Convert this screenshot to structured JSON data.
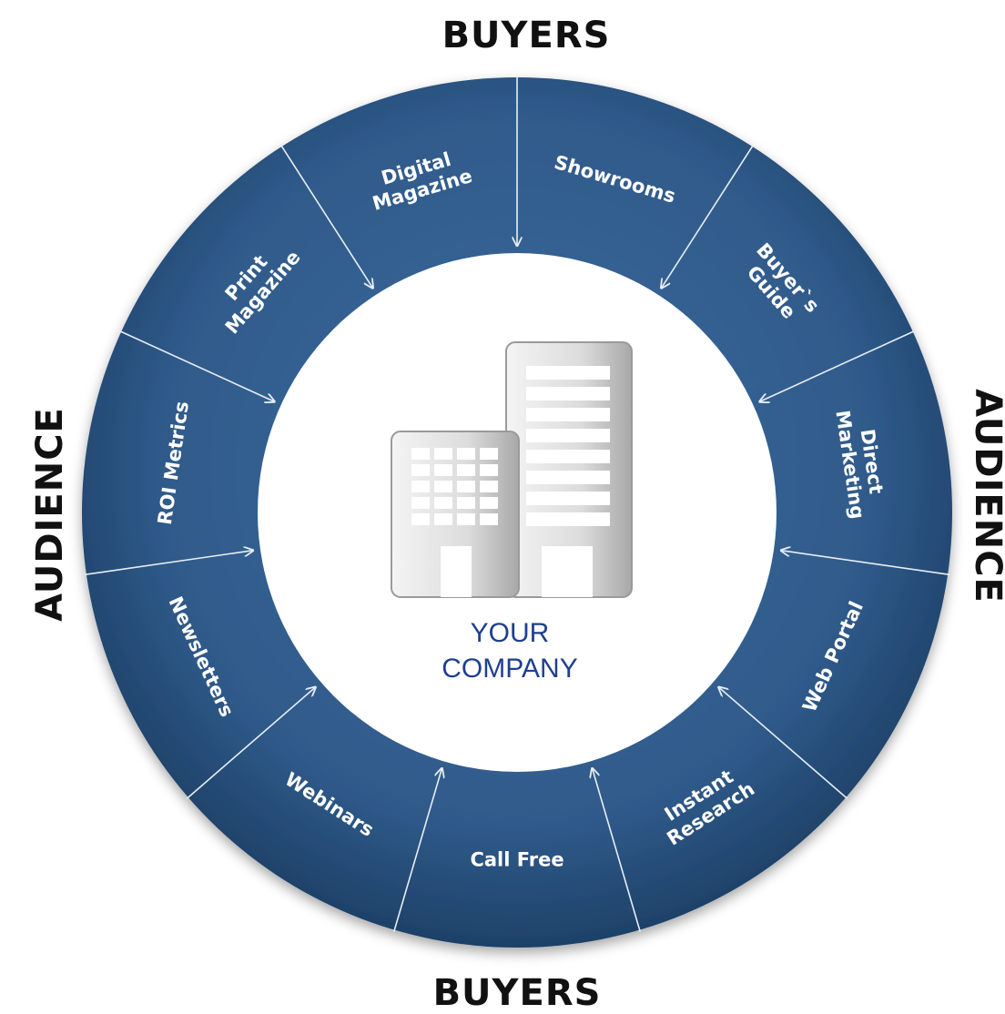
{
  "outer_labels": {
    "top": "BUYERS",
    "bottom": "BUYERS",
    "left": "AUDIENCE",
    "right": "AUDIENCE"
  },
  "center": {
    "line1": "YOUR",
    "line2": "COMPANY",
    "icon": "office-buildings-icon"
  },
  "segments": [
    {
      "lines": [
        "Showrooms"
      ]
    },
    {
      "lines": [
        "Buyer`s",
        "Guide"
      ]
    },
    {
      "lines": [
        "Direct",
        "Marketing"
      ]
    },
    {
      "lines": [
        "Web Portal"
      ]
    },
    {
      "lines": [
        "Instant",
        "Research"
      ]
    },
    {
      "lines": [
        "Call Free"
      ]
    },
    {
      "lines": [
        "Webinars"
      ]
    },
    {
      "lines": [
        "Newsletters"
      ]
    },
    {
      "lines": [
        "ROI Metrics"
      ]
    },
    {
      "lines": [
        "Print",
        "Magazine"
      ]
    },
    {
      "lines": [
        "Digital",
        "Magazine"
      ]
    }
  ],
  "colors": {
    "ring": "#2f5a8a",
    "ring_dark": "#1e4168",
    "divider": "#e8eef6",
    "center_text": "#1f3f8f",
    "side_text": "#111111"
  }
}
